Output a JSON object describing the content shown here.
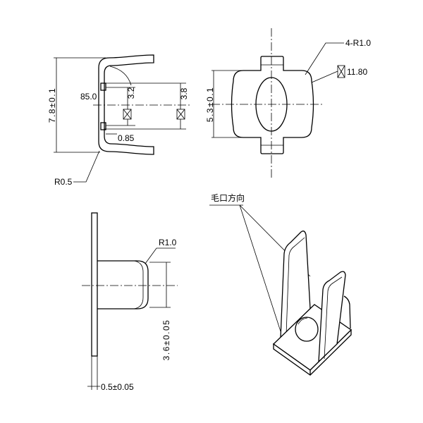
{
  "top_left_view": {
    "height_dim": "7.8±0.1",
    "angle": "85.0",
    "inner_dim": "3.2",
    "outer_dim": "3.8",
    "thickness_dim": "0.85",
    "bend_radius": "R0.5"
  },
  "top_right_view": {
    "corner_radius": "4-R1.0",
    "flatness_value": "11.80",
    "width_dim": "5.3±0.1"
  },
  "bottom_left_view": {
    "tab_radius": "R1.0",
    "tab_height_dim": "3.6±0.05",
    "plate_thickness_dim": "0.5±0.05"
  },
  "iso_view": {
    "burr_direction_label": "毛口方向"
  },
  "icons": {
    "flatness_symbol": "flatness-symbol-icon"
  }
}
